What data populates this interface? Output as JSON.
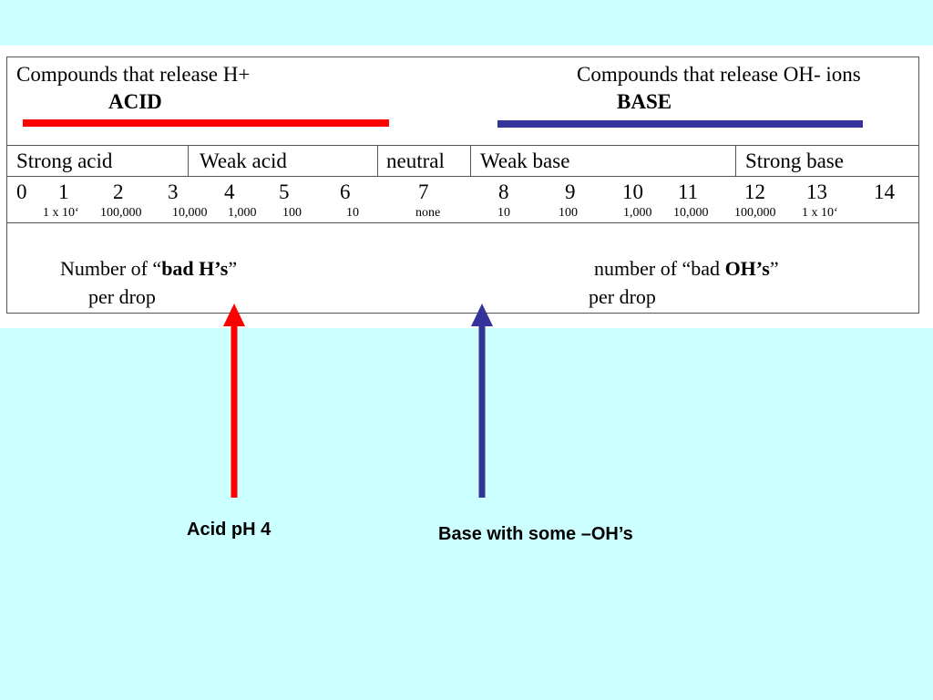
{
  "header": {
    "acid_desc": "Compounds that release H+",
    "acid_label": "ACID",
    "base_desc": "Compounds that release OH- ions",
    "base_label": "BASE"
  },
  "categories": {
    "strong_acid": "Strong acid",
    "weak_acid": "Weak acid",
    "neutral": "neutral",
    "weak_base": "Weak base",
    "strong_base": "Strong base"
  },
  "ph_scale": [
    "0",
    "1",
    "2",
    "3",
    "4",
    "5",
    "6",
    "7",
    "8",
    "9",
    "10",
    "11",
    "12",
    "13",
    "14"
  ],
  "counts": [
    "1 x 10‘",
    "100,000",
    "10,000",
    "1,000",
    "100",
    "10",
    "none",
    "10",
    "100",
    "1,000",
    "10,000",
    "100,000",
    "1 x 10‘"
  ],
  "acid_note": {
    "prefix": "Number of “",
    "bold": "bad H’s",
    "suffix": "”",
    "line2": "per drop"
  },
  "base_note": {
    "prefix": "number of “bad ",
    "bold": "OH’s",
    "suffix": "”",
    "line2": "per drop"
  },
  "captions": {
    "acid": "Acid pH 4",
    "base": "Base with some –OH’s"
  },
  "colors": {
    "background": "#ccffff",
    "acid": "#ff0000",
    "base": "#333399",
    "panel": "#ffffff"
  }
}
